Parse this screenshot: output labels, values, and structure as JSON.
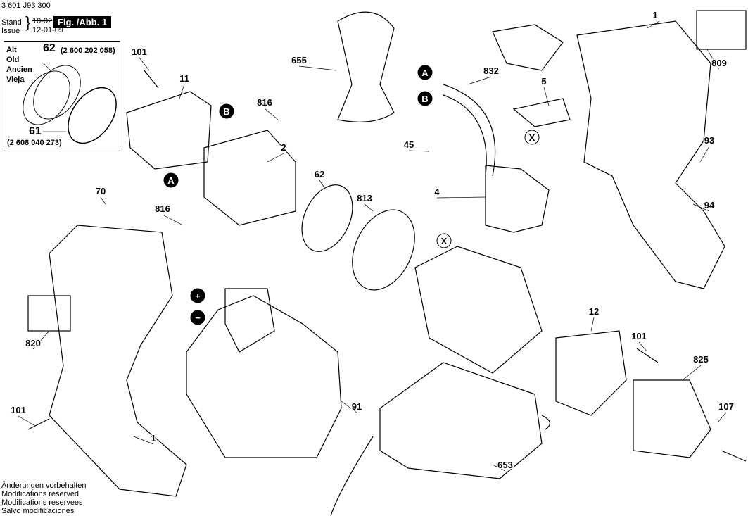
{
  "header": {
    "doc_number": "3 601 J93 300",
    "stand_label": "Stand",
    "stand_value": "10-02",
    "issue_label": "Issue",
    "issue_value": "12-01-09",
    "figure": "Fig. /Abb. 1"
  },
  "old_box": {
    "words": [
      "Alt",
      "Old",
      "Ancien",
      "Vieja"
    ],
    "part_62": "62",
    "part_62_number": "(2 600 202 058)",
    "part_61": "61",
    "part_61_number": "(2 608 040 273)"
  },
  "footer": [
    "Änderungen vorbehalten",
    "Modifications reserved",
    "Modifications reservees",
    "Salvo modificaciones"
  ],
  "callouts": [
    "101",
    "11",
    "816",
    "2",
    "655",
    "62",
    "813",
    "816",
    "70",
    "820",
    "101",
    "1",
    "91",
    "653",
    "832",
    "45",
    "5",
    "4",
    "1",
    "809",
    "93",
    "94",
    "12",
    "101",
    "825",
    "107"
  ],
  "markers": [
    "B",
    "A",
    "+",
    "−",
    "A",
    "B",
    "X",
    "X"
  ]
}
